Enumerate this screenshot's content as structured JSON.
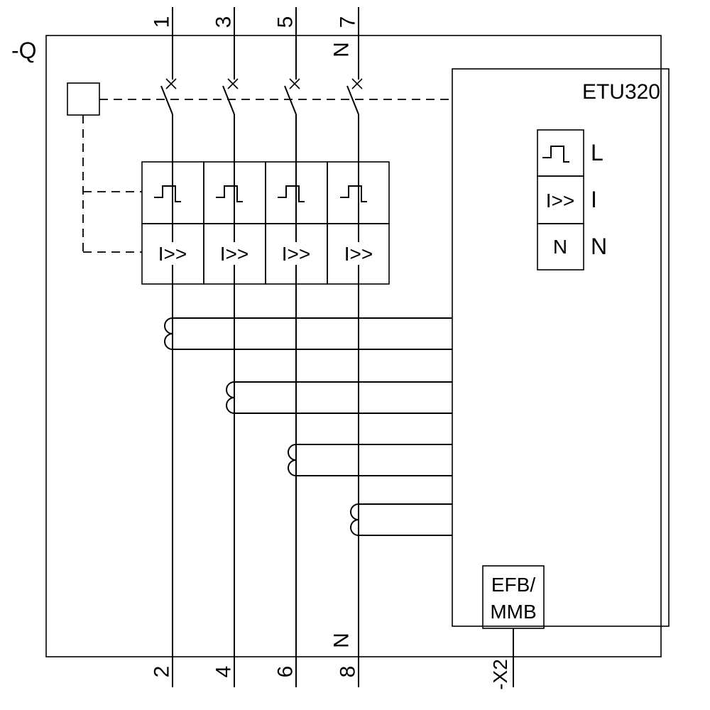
{
  "device": {
    "label": "-Q",
    "connector_label": "-X2"
  },
  "terminals": {
    "top": [
      "1",
      "3",
      "5",
      "7"
    ],
    "top_neutral": "N",
    "bottom": [
      "2",
      "4",
      "6",
      "8"
    ],
    "bottom_neutral": "N"
  },
  "trip_elements": {
    "overcurrent_symbol": "I>>"
  },
  "etu": {
    "name": "ETU320",
    "rows": {
      "l_label": "L",
      "i_symbol": "I>>",
      "i_label": "I",
      "n_symbol": "N",
      "n_label": "N"
    },
    "efb_box": {
      "line1": "EFB/",
      "line2": "MMB"
    }
  },
  "colors": {
    "line": "#000000",
    "background": "#ffffff"
  }
}
